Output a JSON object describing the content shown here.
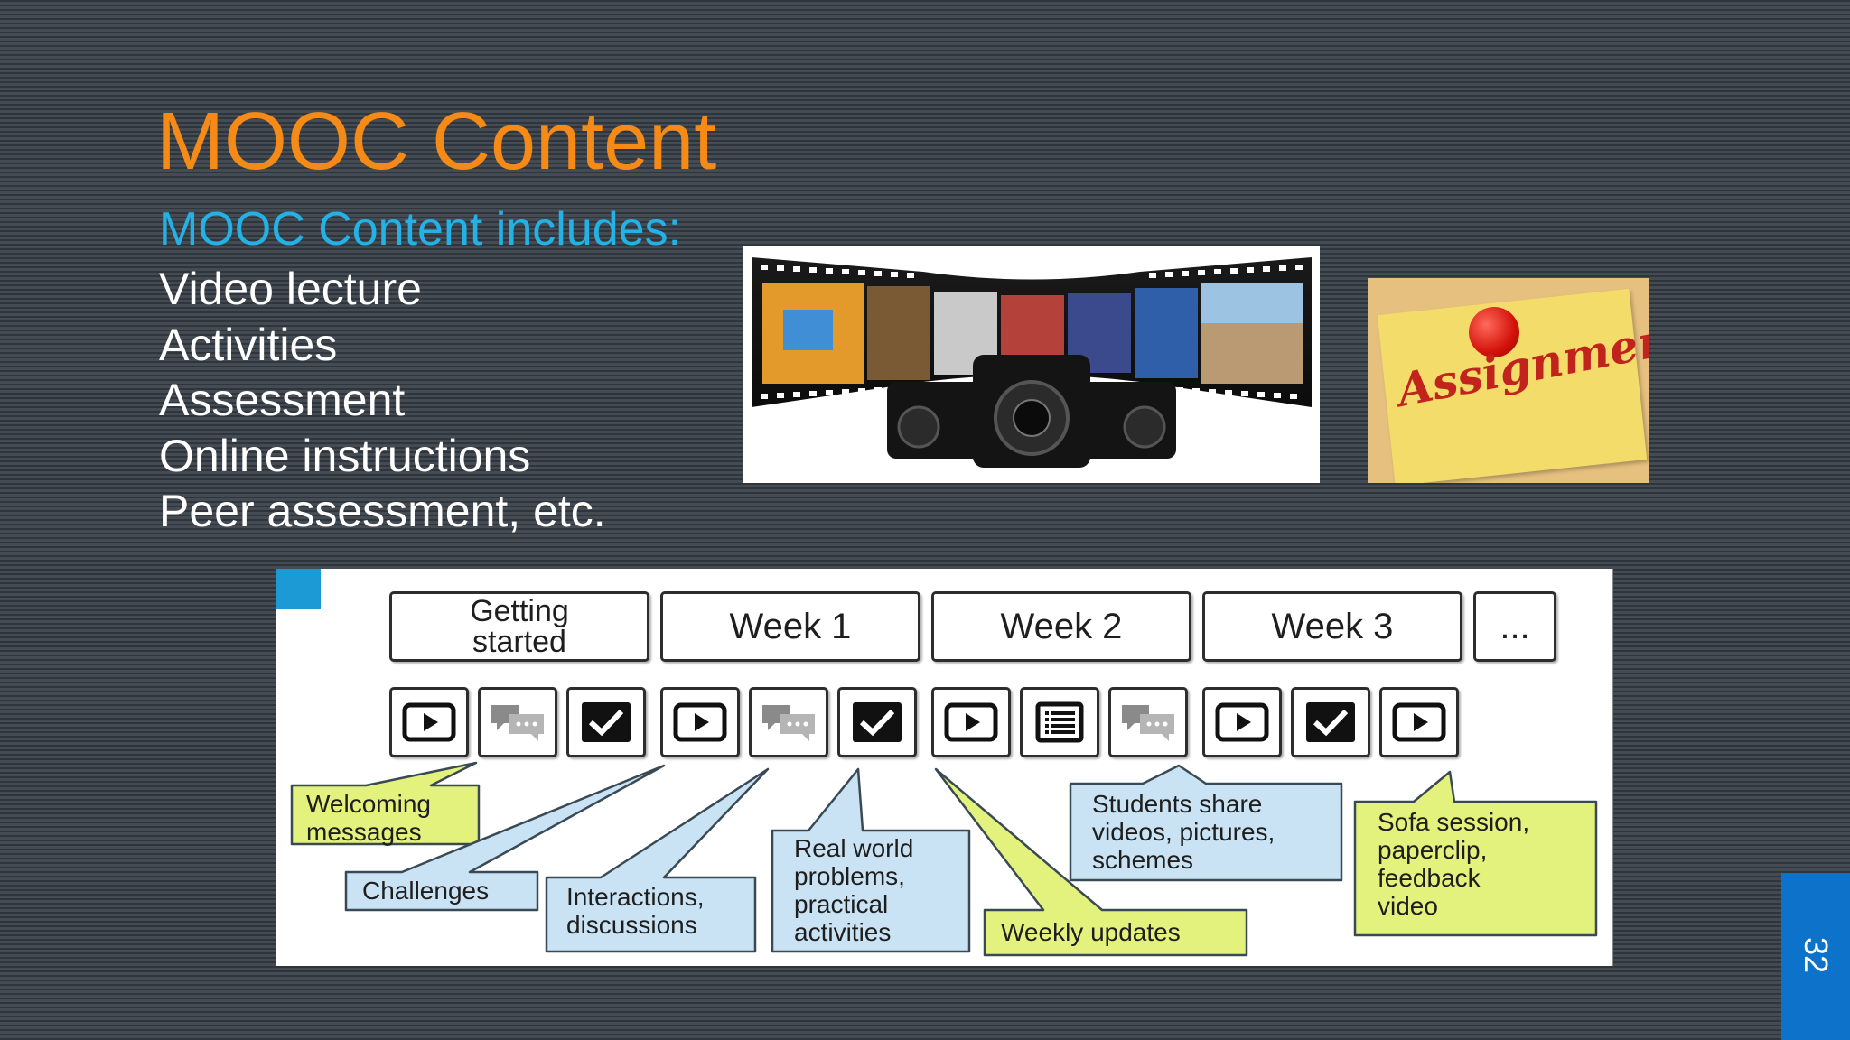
{
  "slide": {
    "title": "MOOC Content",
    "subtitle": "MOOC Content includes:",
    "items": [
      "Video lecture",
      "Activities",
      "Assessment",
      "Online instructions",
      "Peer assessment, etc."
    ],
    "page_number": "32"
  },
  "images": {
    "film_strip": {
      "icon": "film-strip-cameras-image"
    },
    "assignment": {
      "icon": "assignment-note-image",
      "text": "Assignment"
    }
  },
  "diagram": {
    "tabs": [
      {
        "line1": "Getting",
        "line2": "started"
      },
      {
        "label": "Week 1"
      },
      {
        "label": "Week 2"
      },
      {
        "label": "Week 3"
      },
      {
        "label": "..."
      }
    ],
    "icons": [
      "video-icon",
      "chat-icon",
      "check-icon",
      "video-icon",
      "chat-icon",
      "check-icon",
      "video-icon",
      "list-icon",
      "chat-icon",
      "video-icon",
      "check-icon",
      "video-icon"
    ],
    "callouts": {
      "welcoming": [
        "Welcoming",
        "messages"
      ],
      "challenges": [
        "Challenges"
      ],
      "interactions": [
        "Interactions,",
        "discussions"
      ],
      "real_world": [
        "Real world",
        "problems,",
        "practical",
        "activities"
      ],
      "weekly": [
        "Weekly updates"
      ],
      "students": [
        "Students share",
        "videos, pictures,",
        "schemes"
      ],
      "sofa": [
        "Sofa session,",
        "paperclip,",
        "feedback",
        "video"
      ]
    },
    "colors": {
      "yellow": "#e3f27c",
      "blue": "#c9e3f4",
      "accent": "#1b9ad6"
    }
  },
  "colors": {
    "title": "#f68a16",
    "subtitle": "#23b1e6",
    "text": "#ffffff",
    "page_tab": "#0d72c9"
  }
}
